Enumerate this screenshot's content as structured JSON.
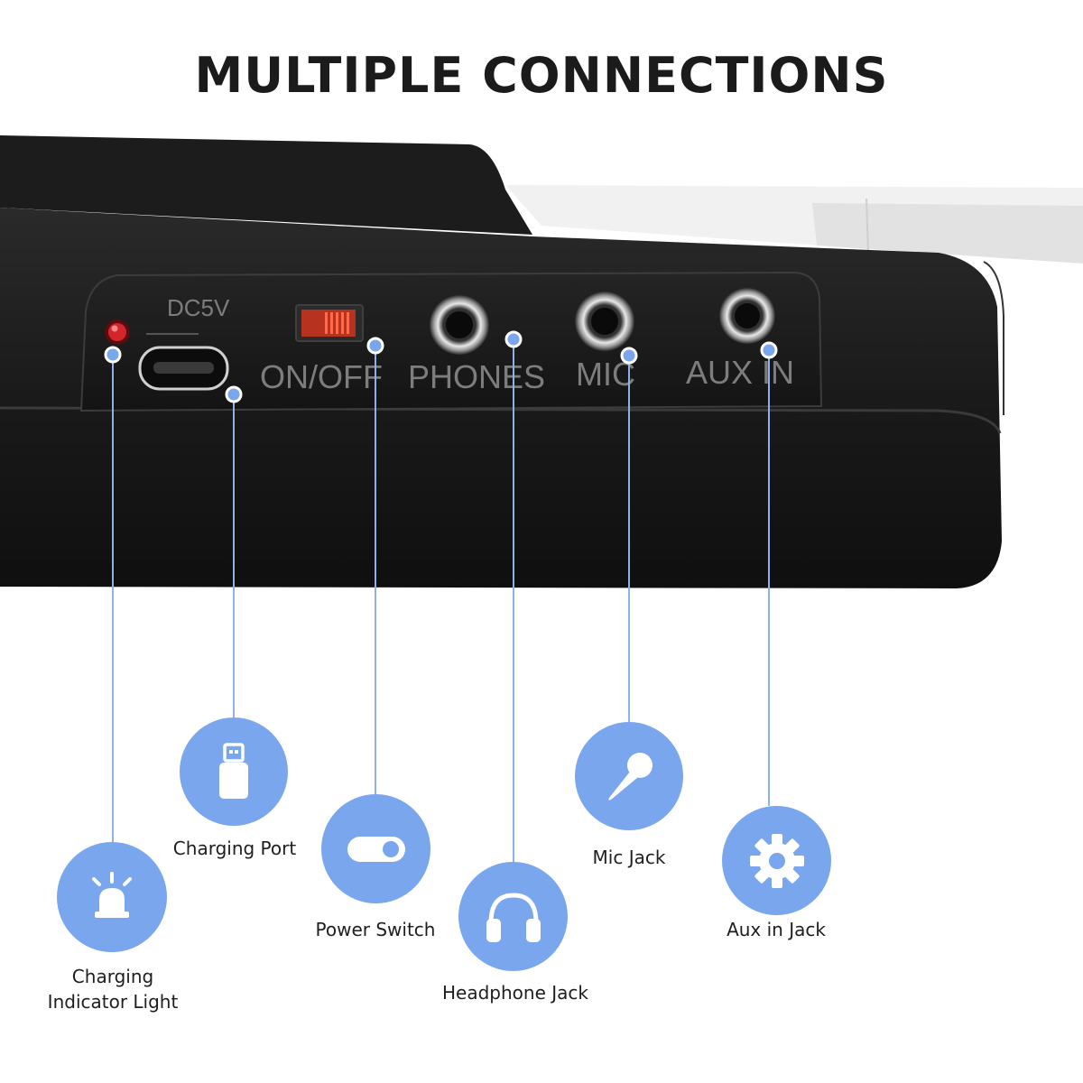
{
  "title": "MULTIPLE CONNECTIONS",
  "panel": {
    "dc_label": "DC5V",
    "switch_label": "ON/OFF",
    "phones_label": "PHONES",
    "mic_label": "MIC",
    "aux_label": "AUX IN"
  },
  "features": [
    {
      "label": "Charging\nIndicator Light",
      "icon": "siren-light-icon"
    },
    {
      "label": "Charging Port",
      "icon": "usb-drive-icon"
    },
    {
      "label": "Power Switch",
      "icon": "toggle-switch-icon"
    },
    {
      "label": "Headphone Jack",
      "icon": "headphones-icon"
    },
    {
      "label": "Mic Jack",
      "icon": "microphone-icon"
    },
    {
      "label": "Aux in Jack",
      "icon": "gear-icon"
    }
  ],
  "colors": {
    "accent": "#7aa6ee",
    "leader_line": "#8fb1ea",
    "device_body": "#1c1c1c",
    "indicator_led": "#d3262c",
    "power_switch": "#b8331f"
  }
}
